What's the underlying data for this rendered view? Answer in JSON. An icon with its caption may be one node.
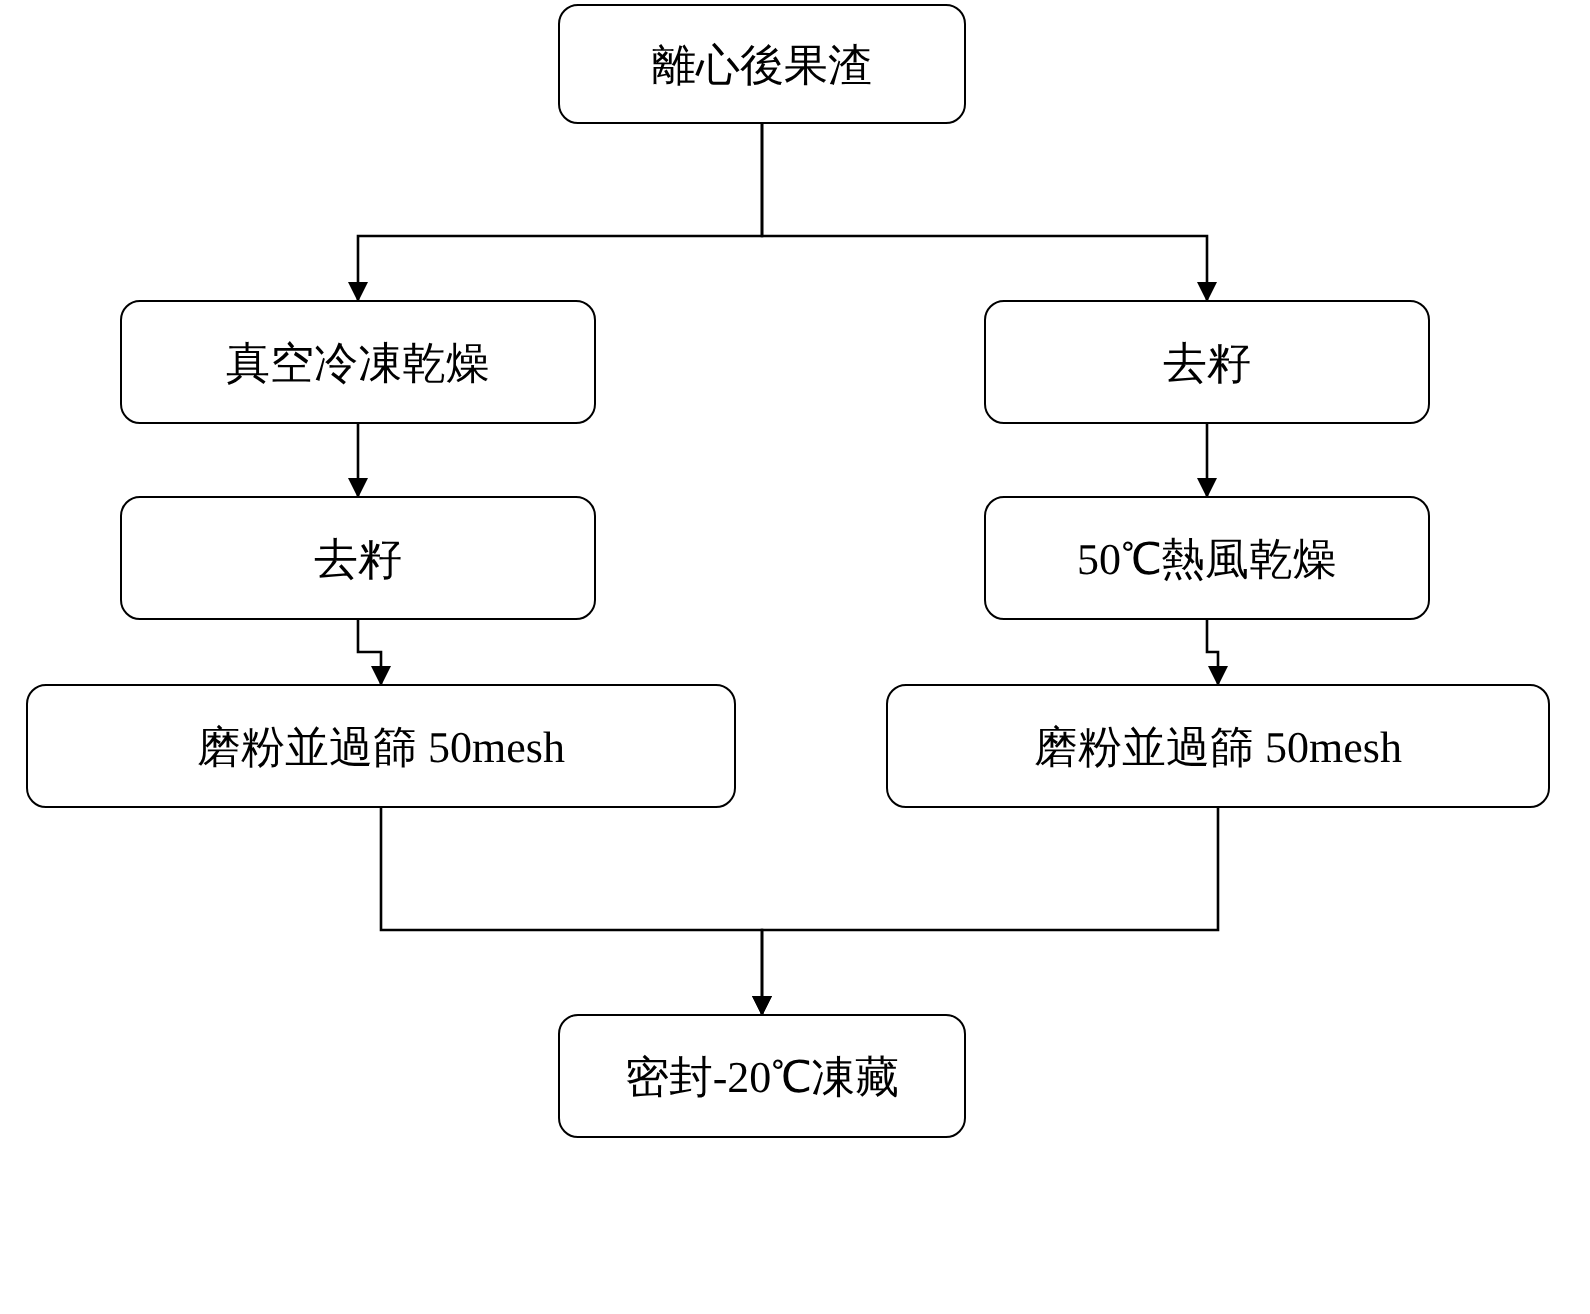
{
  "diagram": {
    "nodes": [
      {
        "text": [
          "離心後果渣"
        ]
      },
      {
        "text": [
          "真空冷凍乾燥"
        ]
      },
      {
        "text": [
          "去籽"
        ]
      },
      {
        "text": [
          "去籽"
        ]
      },
      {
        "text": [
          "50℃熱風乾燥"
        ]
      },
      {
        "text": [
          "磨粉並過篩 50mesh"
        ]
      },
      {
        "text": [
          "磨粉並過篩 50mesh"
        ]
      },
      {
        "text": [
          "密封-20℃凍藏"
        ]
      }
    ],
    "edges": [
      {
        "from": 0,
        "to": 1,
        "arrow": "to"
      },
      {
        "from": 0,
        "to": 2,
        "arrow": "to"
      },
      {
        "from": 1,
        "to": 3,
        "arrow": "to"
      },
      {
        "from": 2,
        "to": 4,
        "arrow": "to"
      },
      {
        "from": 3,
        "to": 5,
        "arrow": "to"
      },
      {
        "from": 4,
        "to": 6,
        "arrow": "to"
      },
      {
        "from": 5,
        "to": 7,
        "arrow": "to"
      },
      {
        "from": 6,
        "to": 7,
        "arrow": "to"
      }
    ]
  }
}
